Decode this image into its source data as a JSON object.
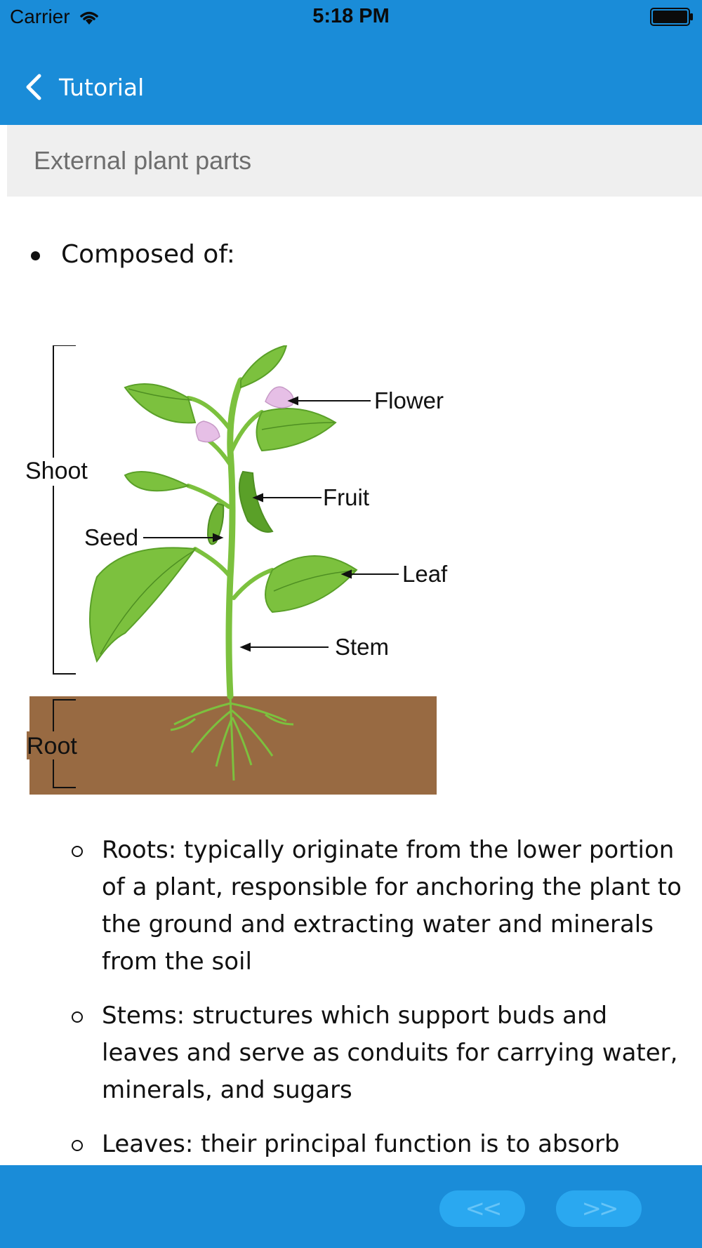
{
  "status_bar": {
    "carrier": "Carrier",
    "time": "5:18 PM"
  },
  "nav": {
    "back_label": "Tutorial"
  },
  "section": {
    "title": "External plant parts"
  },
  "content": {
    "main_bullet": "Composed of:",
    "diagram": {
      "labels": {
        "shoot": "Shoot",
        "root": "Root",
        "seed": "Seed",
        "flower": "Flower",
        "fruit": "Fruit",
        "leaf": "Leaf",
        "stem": "Stem"
      },
      "colors": {
        "soil": "#986a42",
        "leaf": "#7cc13e",
        "flower": "#e6bfe6"
      }
    },
    "sub_bullets": [
      "Roots: typically originate from the lower portion of a plant, responsible for anchoring the plant to the ground and extracting water and minerals from the soil",
      "Stems: structures which support buds and leaves and serve as conduits for carrying water, minerals, and sugars",
      "Leaves: their principal function is to absorb"
    ]
  },
  "toolbar": {
    "prev_label": "<<",
    "next_label": ">>"
  },
  "colors": {
    "brand": "#1a8cd8",
    "header_bg": "#efefef",
    "toolbar_button": "#2aa8f0"
  },
  "icons": {
    "wifi": "wifi-icon",
    "battery": "battery-icon",
    "back": "chevron-left-icon"
  }
}
